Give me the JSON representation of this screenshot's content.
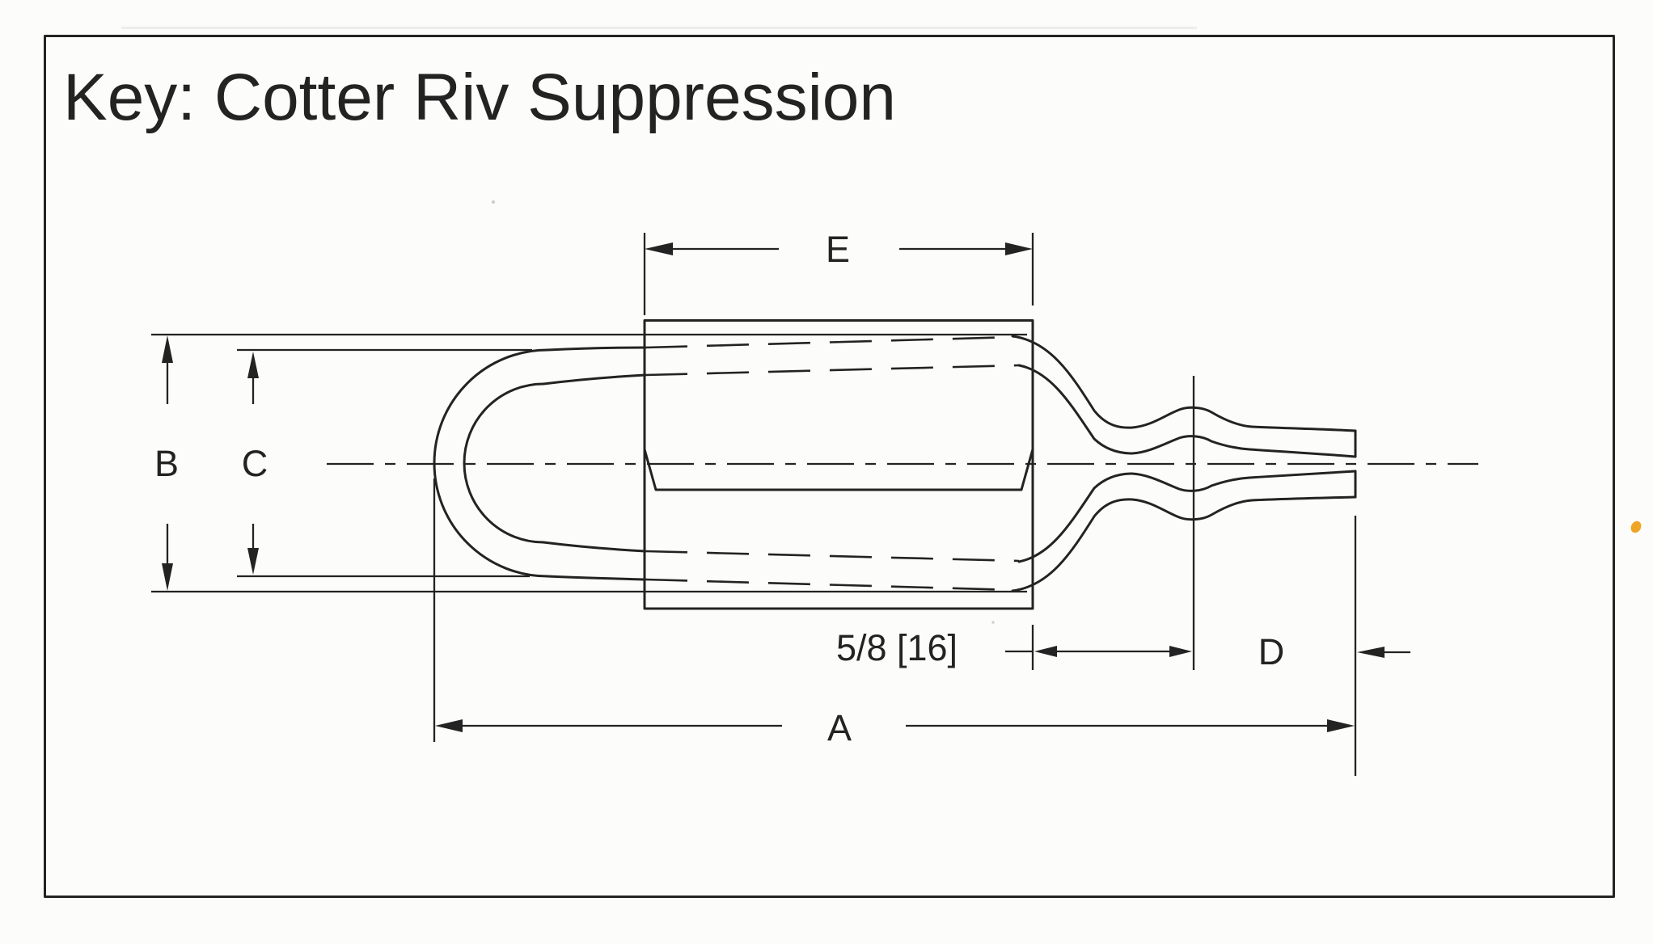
{
  "title": {
    "text": "Key: Cotter Riv Suppression"
  },
  "drawing": {
    "part": "cotter-pin-with-suppression-sleeve",
    "dimension_labels": {
      "a": "A",
      "b": "B",
      "c": "C",
      "d": "D",
      "e": "E",
      "crimp_width": "5/8 [16]"
    }
  },
  "colors": {
    "ink": "#232323",
    "paper": "#fcfcfa",
    "accent": "#f0a426"
  }
}
